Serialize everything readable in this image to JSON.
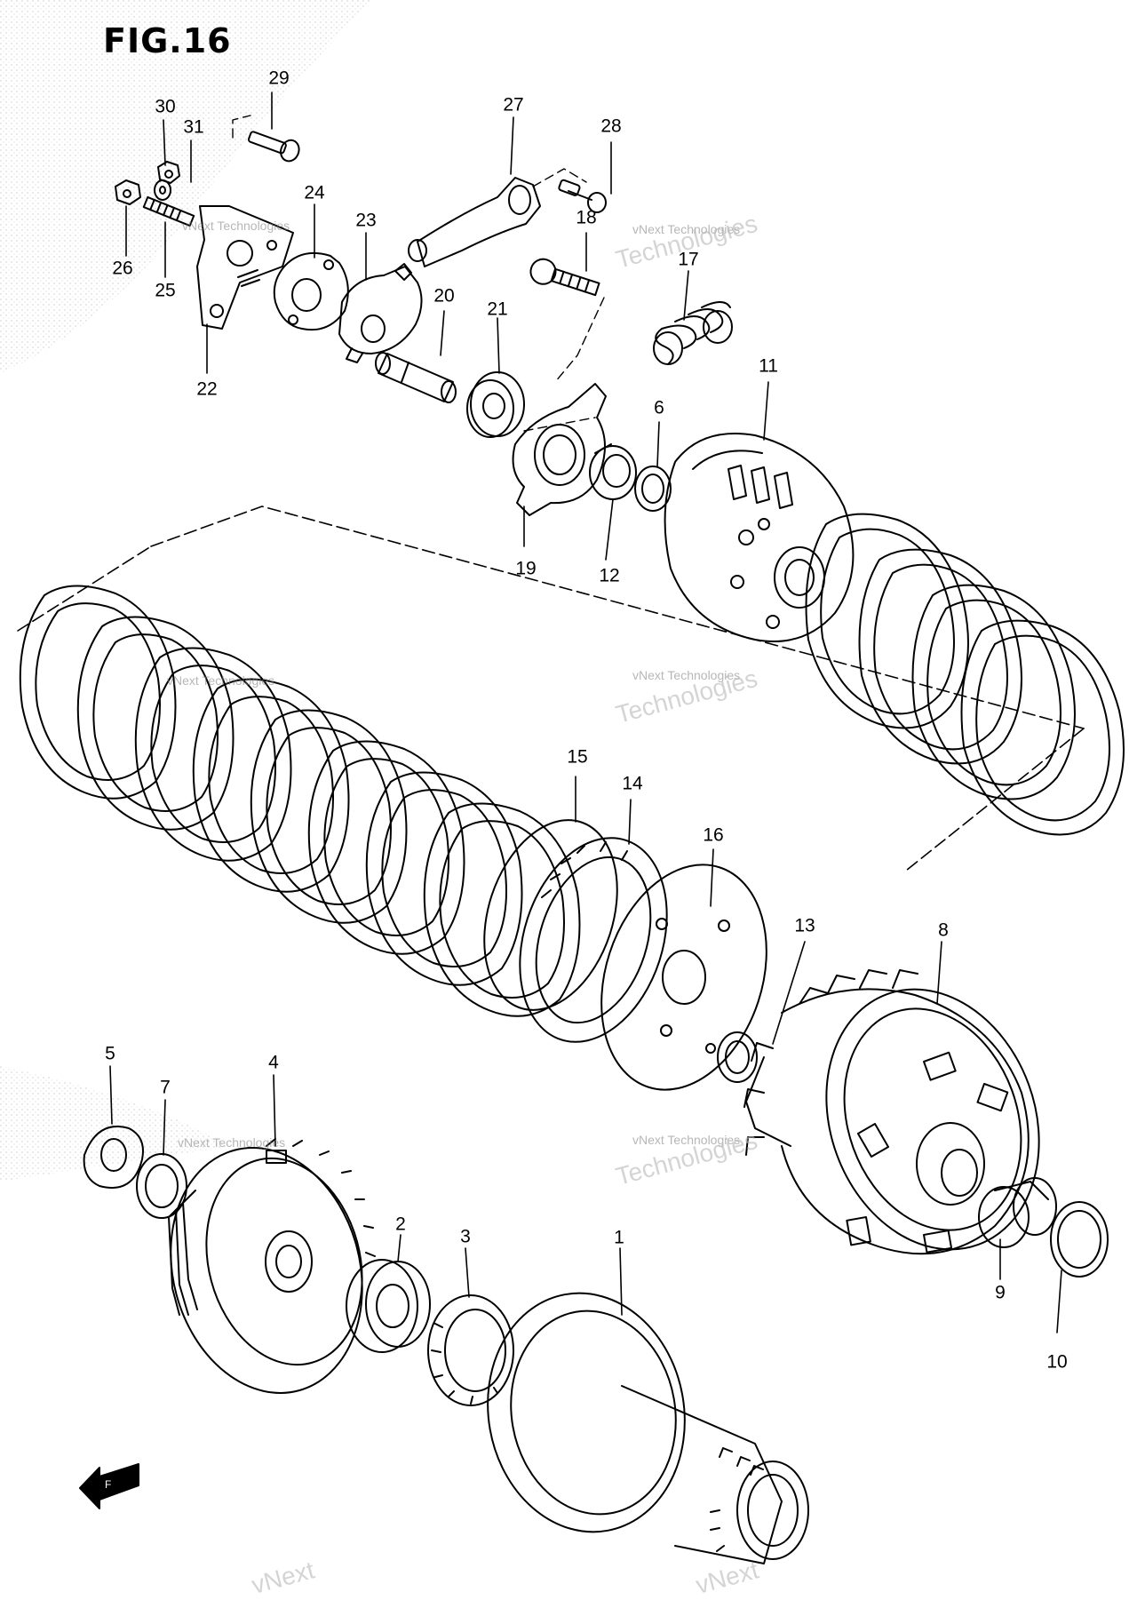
{
  "figure": {
    "title": "FIG.16"
  },
  "callouts": [
    {
      "id": "1",
      "label": "1"
    },
    {
      "id": "2",
      "label": "2"
    },
    {
      "id": "3",
      "label": "3"
    },
    {
      "id": "4",
      "label": "4"
    },
    {
      "id": "5",
      "label": "5"
    },
    {
      "id": "6",
      "label": "6"
    },
    {
      "id": "7",
      "label": "7"
    },
    {
      "id": "8",
      "label": "8"
    },
    {
      "id": "9",
      "label": "9"
    },
    {
      "id": "10",
      "label": "10"
    },
    {
      "id": "11",
      "label": "11"
    },
    {
      "id": "12",
      "label": "12"
    },
    {
      "id": "13",
      "label": "13"
    },
    {
      "id": "14",
      "label": "14"
    },
    {
      "id": "15",
      "label": "15"
    },
    {
      "id": "16",
      "label": "16"
    },
    {
      "id": "17",
      "label": "17"
    },
    {
      "id": "18",
      "label": "18"
    },
    {
      "id": "19",
      "label": "19"
    },
    {
      "id": "20",
      "label": "20"
    },
    {
      "id": "21",
      "label": "21"
    },
    {
      "id": "22",
      "label": "22"
    },
    {
      "id": "23",
      "label": "23"
    },
    {
      "id": "24",
      "label": "24"
    },
    {
      "id": "25",
      "label": "25"
    },
    {
      "id": "26",
      "label": "26"
    },
    {
      "id": "27",
      "label": "27"
    },
    {
      "id": "28",
      "label": "28"
    },
    {
      "id": "29",
      "label": "29"
    },
    {
      "id": "30",
      "label": "30"
    },
    {
      "id": "31",
      "label": "31"
    }
  ],
  "watermark": {
    "small": "vNext Technologies",
    "large_line1": "vNext",
    "large_line2": "Technologies"
  },
  "front_arrow_icon": "front-direction-arrow-icon"
}
